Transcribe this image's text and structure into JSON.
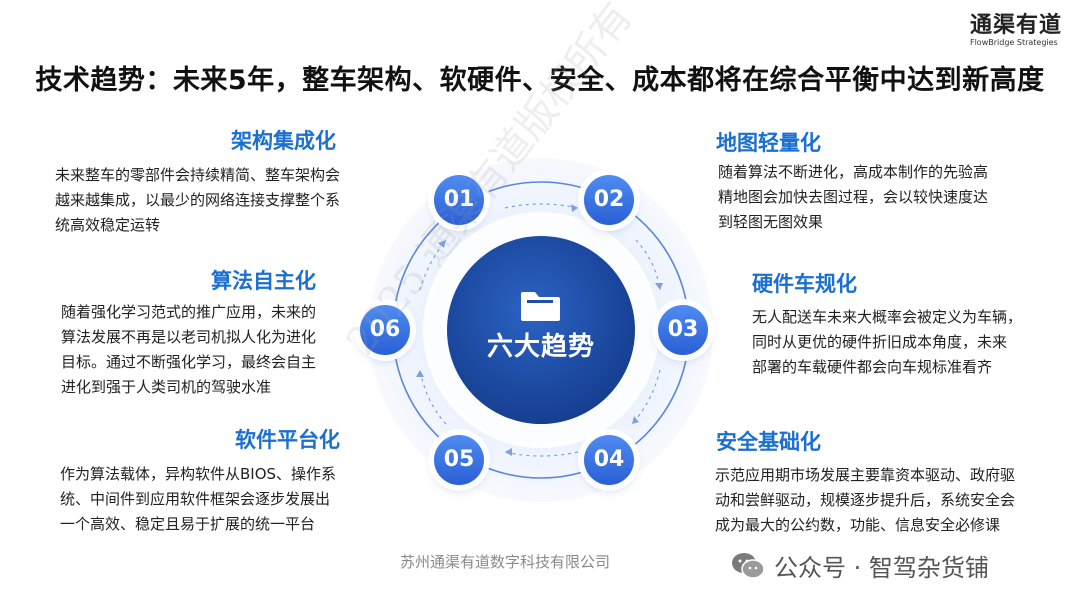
{
  "brand": {
    "name_cn": "通渠有道",
    "name_en": "FlowBridge Strategies"
  },
  "title": "技术趋势：未来5年，整车架构、软硬件、安全、成本都将在综合平衡中达到新高度",
  "center": {
    "label": "六大趋势",
    "icon": "folder-icon"
  },
  "numbers": [
    "01",
    "02",
    "03",
    "04",
    "05",
    "06"
  ],
  "items": {
    "i1": {
      "title": "架构集成化",
      "lines": [
        "未来整车的零部件会持续精简、整车架构会",
        "越来越集成，以最少的网络连接支撑整个系",
        "统高效稳定运转"
      ]
    },
    "i2": {
      "title": "地图轻量化",
      "lines": [
        "随着算法不断进化，高成本制作的先验高",
        "精地图会加快去图过程，会以较快速度达",
        "到轻图无图效果"
      ]
    },
    "i3": {
      "title": "硬件车规化",
      "lines": [
        "无人配送车未来大概率会被定义为车辆，",
        "同时从更优的硬件折旧成本角度，未来",
        "部署的车载硬件都会向车规标准看齐"
      ]
    },
    "i4": {
      "title": "安全基础化",
      "lines": [
        "示范应用期市场发展主要靠资本驱动、政府驱",
        "动和尝鲜驱动，规模逐步提升后，系统安全会",
        "成为最大的公约数，功能、信息安全必修课"
      ]
    },
    "i5": {
      "title": "软件平台化",
      "lines": [
        "作为算法载体，异构软件从BIOS、操作系",
        "统、中间件到应用软件框架会逐步发展出",
        "一个高效、稳定且易于扩展的统一平台"
      ]
    },
    "i6": {
      "title": "算法自主化",
      "lines": [
        "随着强化学习范式的推广应用，未来的",
        "算法发展不再是以老司机拟人化为进化",
        "目标。通过不断强化学习，最终会自主",
        "进化到强于人类司机的驾驶水准"
      ]
    }
  },
  "footer": "苏州通渠有道数字科技有限公司",
  "wechat": "公众号 · 智驾杂货铺",
  "watermark": "2025 通渠有道版权所有",
  "colors": {
    "accent": "#1a6fd1",
    "center": "#1d4fa8",
    "node": "#3a73e0"
  }
}
